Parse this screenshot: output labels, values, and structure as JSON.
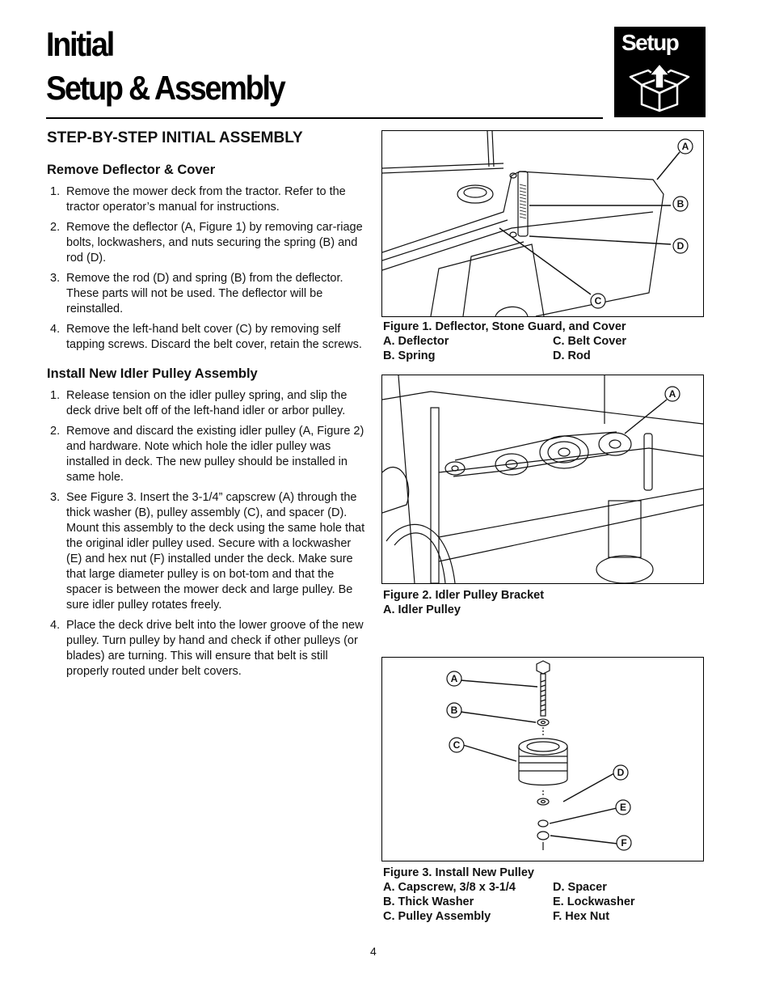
{
  "header": {
    "title_line1": "Initial",
    "title_line2": "Setup & Assembly",
    "badge_label": "Setup"
  },
  "section_title": "STEP-BY-STEP INITIAL ASSEMBLY",
  "remove": {
    "heading": "Remove Deflector & Cover",
    "steps": [
      {
        "num": "1.",
        "text": "Remove the mower deck from the tractor.  Refer to the tractor operator’s manual for instructions."
      },
      {
        "num": "2.",
        "text": "Remove the deflector (A, Figure 1) by removing car-riage bolts, lockwashers, and nuts securing the spring (B) and rod (D)."
      },
      {
        "num": "3.",
        "text": "Remove the rod (D) and spring (B) from the deflector. These parts will not be used. The deflector will be reinstalled."
      },
      {
        "num": "4.",
        "text": "Remove the left-hand belt cover (C) by removing self tapping screws. Discard the belt cover, retain the screws."
      }
    ]
  },
  "install": {
    "heading": "Install New Idler Pulley Assembly",
    "steps": [
      {
        "num": "1.",
        "text": "Release tension on the idler pulley spring, and slip the deck drive belt off of the left-hand idler or arbor pulley."
      },
      {
        "num": "2.",
        "text": "Remove and discard the existing idler pulley (A, Figure 2) and hardware.  Note which hole the idler pulley was installed in deck.  The new pulley should be installed in same hole."
      },
      {
        "num": "3.",
        "text": "See Figure 3.  Insert the 3-1/4” capscrew (A) through the thick washer (B), pulley assembly (C), and spacer (D).  Mount this assembly to the deck using the same hole that the original idler pulley used.  Secure with a lockwasher (E) and hex nut (F) installed under the deck.  Make sure that large diameter pulley is on bot-tom and that the spacer is between the mower deck and large pulley.  Be sure idler pulley rotates freely."
      },
      {
        "num": "4.",
        "text": "Place the deck drive belt into the lower groove of the new pulley.  Turn pulley by hand and check if other pulleys (or blades) are turning. This will ensure that belt is still properly routed under belt covers."
      }
    ]
  },
  "figure1": {
    "caption": "Figure 1.  Deflector, Stone Guard, and Cover",
    "legend": [
      [
        "A.  Deflector",
        "C. Belt Cover"
      ],
      [
        "B.  Spring",
        "D. Rod"
      ]
    ],
    "callouts": [
      "A",
      "B",
      "D",
      "C"
    ]
  },
  "figure2": {
    "caption": "Figure 2.  Idler Pulley Bracket",
    "legend": [
      [
        "A.  Idler Pulley",
        ""
      ]
    ],
    "callouts": [
      "A"
    ]
  },
  "figure3": {
    "caption": "Figure 3.  Install New Pulley",
    "legend": [
      [
        "A.  Capscrew, 3/8 x 3-1/4",
        "D. Spacer"
      ],
      [
        "B.  Thick Washer",
        "E. Lockwasher"
      ],
      [
        "C.  Pulley Assembly",
        "F. Hex Nut"
      ]
    ],
    "callouts": [
      "A",
      "B",
      "C",
      "D",
      "E",
      "F"
    ]
  },
  "page_number": "4"
}
